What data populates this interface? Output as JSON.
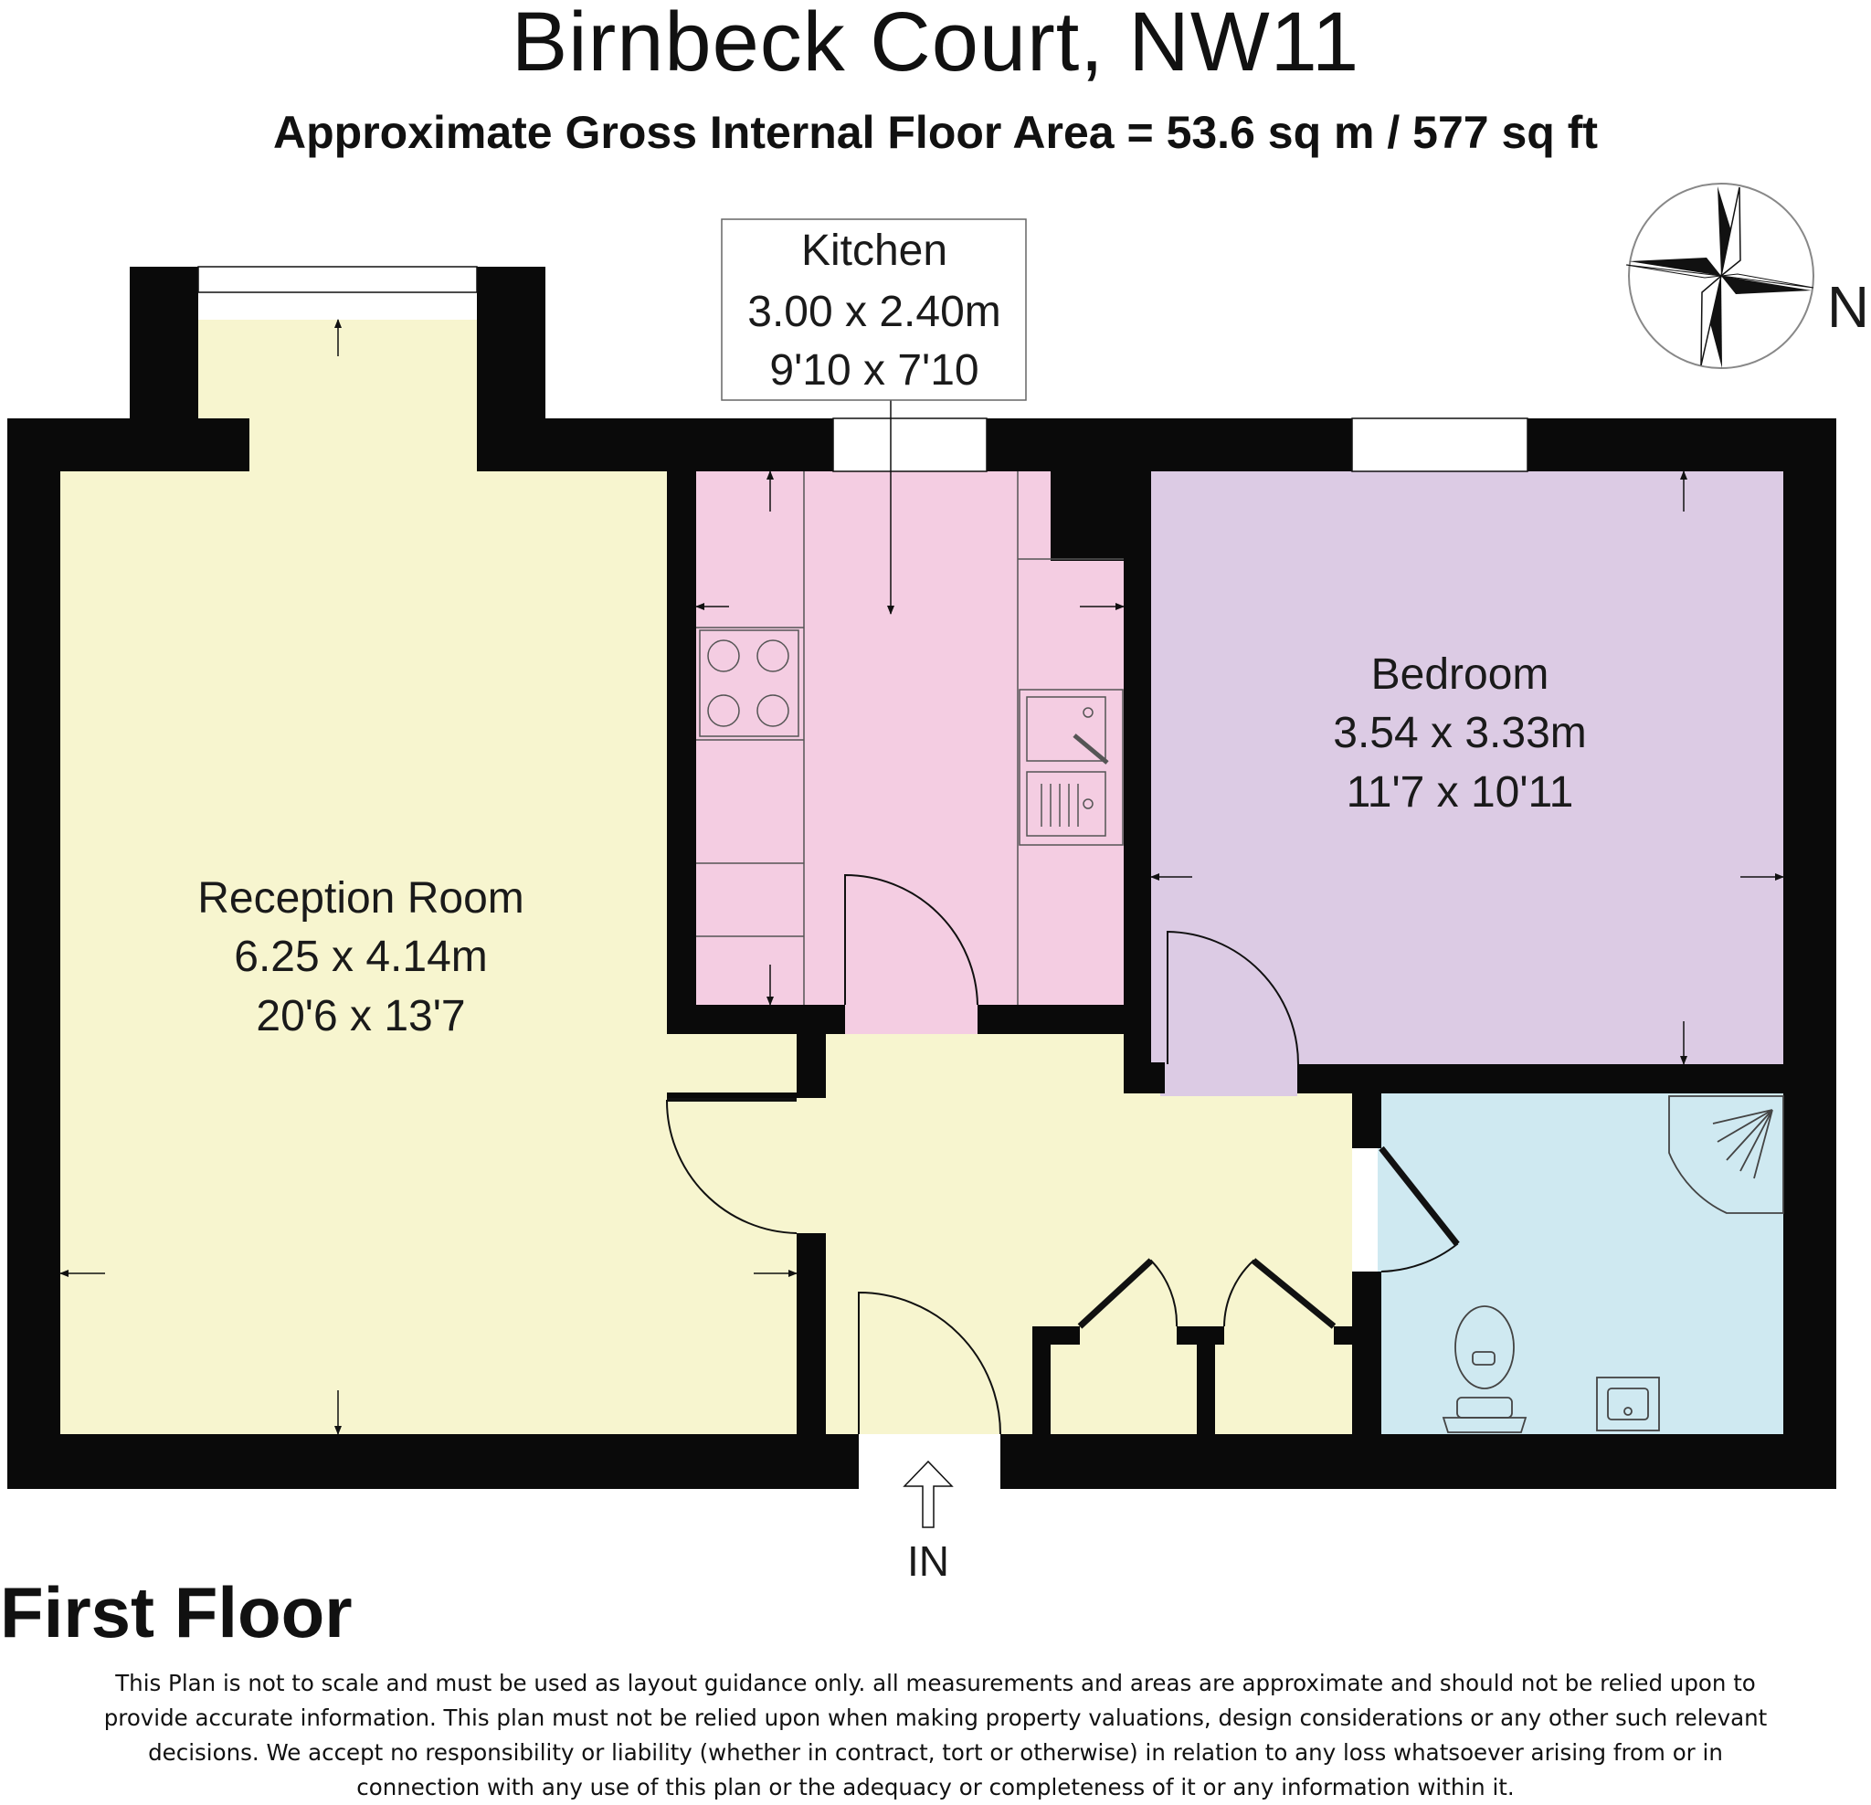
{
  "header": {
    "title": "Birnbeck Court, NW11",
    "area": "Approximate Gross Internal Floor Area  = 53.6 sq m  / 577 sq ft"
  },
  "compass": {
    "label": "N"
  },
  "rooms": {
    "reception": {
      "name": "Reception Room",
      "metric": "6.25 x 4.14m",
      "imperial": "20'6 x 13'7"
    },
    "kitchen": {
      "name": "Kitchen",
      "metric": "3.00 x 2.40m",
      "imperial": "9'10 x 7'10"
    },
    "bedroom": {
      "name": "Bedroom",
      "metric": "3.54 x 3.33m",
      "imperial": "11'7 x 10'11"
    }
  },
  "entrance": {
    "label": "IN"
  },
  "floor": {
    "label": "First Floor"
  },
  "disclaimer": {
    "line1": "This Plan is not to scale and must be used as layout guidance only. all measurements and areas are approximate and should not be relied upon to",
    "line2": "provide accurate information. This plan must not be relied upon when making property valuations, design considerations or any other such relevant",
    "line3": "decisions. We accept no responsibility or liability (whether in contract, tort or otherwise) in relation to any loss whatsoever arising from or in",
    "line4": "connection with any use of this plan or the adequacy or completeness of it or any information within it."
  },
  "colors": {
    "reception": "#f7f5cf",
    "kitchen": "#f4cde2",
    "bedroom": "#dccbe4",
    "bathroom": "#cfe9f1",
    "hallway": "#f7f5cf",
    "wall": "#0a0a0a"
  }
}
